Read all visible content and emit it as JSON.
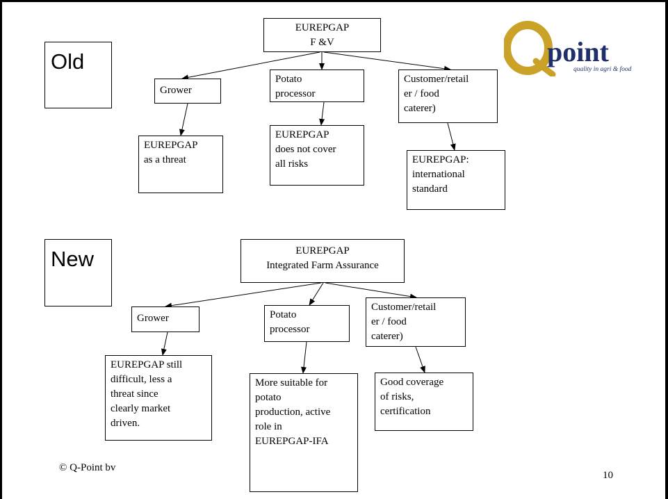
{
  "old_section": {
    "label": "Old",
    "root": "EUREPGAP\nF &V",
    "stakeholders": [
      {
        "name": "Grower",
        "view": "EUREPGAP\nas a threat"
      },
      {
        "name": "Potato\nprocessor",
        "view": "EUREPGAP\ndoes not cover\nall risks"
      },
      {
        "name": "Customer/retail\ner / food\ncaterer)",
        "view": "EUREPGAP:\ninternational\nstandard"
      }
    ]
  },
  "new_section": {
    "label": "New",
    "root": "EUREPGAP\nIntegrated Farm Assurance",
    "stakeholders": [
      {
        "name": "Grower",
        "view": "EUREPGAP still\ndifficult, less a\nthreat since\nclearly market\ndriven."
      },
      {
        "name": "Potato\nprocessor",
        "view": "More suitable for\npotato\nproduction, active\nrole in\nEUREPGAP-IFA"
      },
      {
        "name": "Customer/retail\ner / food\ncaterer)",
        "view": "Good coverage\nof risks,\ncertification"
      }
    ]
  },
  "logo": {
    "brand": "Qpoint",
    "tagline": "quality in agri & food",
    "colors": {
      "q": "#c9a227",
      "text": "#1f2f6b"
    }
  },
  "footer": {
    "copyright": "© Q-Point bv",
    "page_number": "10"
  }
}
